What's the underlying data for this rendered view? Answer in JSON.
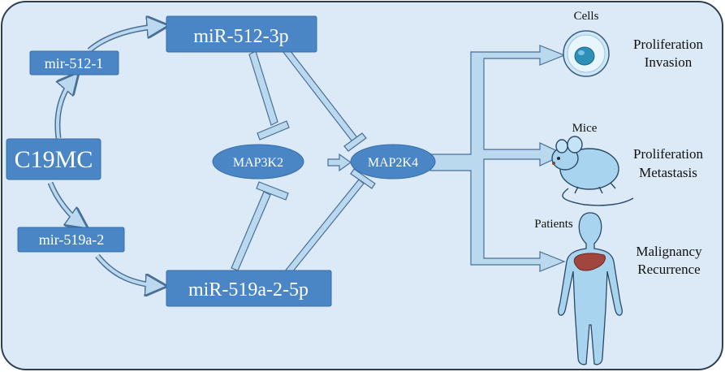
{
  "nodes": {
    "c19mc": "C19MC",
    "mir512_1": "mir-512-1",
    "mir519a_2": "mir-519a-2",
    "mir512_3p": "miR-512-3p",
    "mir519a_2_5p": "miR-519a-2-5p",
    "map3k2": "MAP3K2",
    "map2k4": "MAP2K4"
  },
  "outcomes": {
    "cells": {
      "title": "Cells",
      "line1": "Proliferation",
      "line2": "Invasion"
    },
    "mice": {
      "title": "Mice",
      "line1": "Proliferation",
      "line2": "Metastasis"
    },
    "patients": {
      "title": "Patients",
      "line1": "Malignancy",
      "line2": "Recurrence"
    }
  },
  "colors": {
    "panel": "#dbeaf6",
    "panel_border": "#2d3f52",
    "box": "#4a86c5",
    "box_edge": "#3a6ea8",
    "arrow_fill": "#bad8ee",
    "arrow_edge": "#4a6f95",
    "body": "#a9d4ef",
    "liver": "#a0463e"
  }
}
